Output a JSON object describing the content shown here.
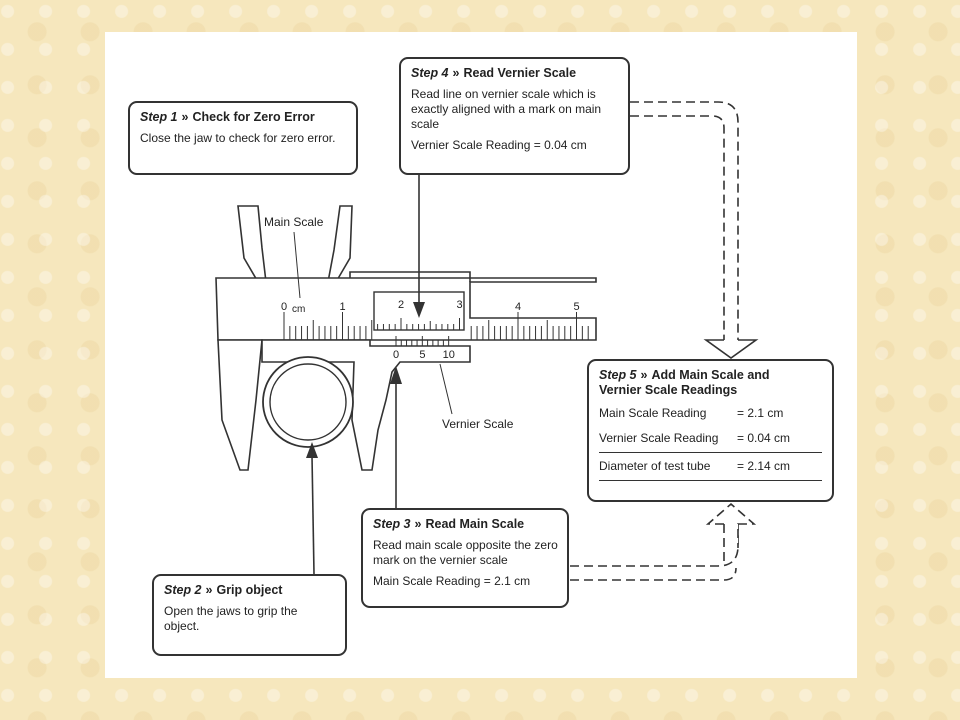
{
  "labels": {
    "main_scale": "Main Scale",
    "vernier_scale": "Vernier Scale",
    "main_unit": "cm",
    "main_ticks": [
      "0",
      "1",
      "2",
      "3",
      "4",
      "5"
    ],
    "vernier_ticks": [
      "0",
      "5",
      "10"
    ]
  },
  "step1": {
    "step": "Step 1",
    "arrow": "»",
    "title": "Check for Zero Error",
    "body": "Close the jaw to check for zero error."
  },
  "step2": {
    "step": "Step 2",
    "arrow": "»",
    "title": "Grip object",
    "body": "Open the jaws to grip the object."
  },
  "step3": {
    "step": "Step 3",
    "arrow": "»",
    "title": "Read Main Scale",
    "body": "Read main scale opposite the zero mark on the vernier scale",
    "reading": "Main Scale Reading  = 2.1 cm"
  },
  "step4": {
    "step": "Step 4",
    "arrow": "»",
    "title": "Read Vernier Scale",
    "body": "Read line on vernier scale which is exactly aligned with a mark on main scale",
    "reading": "Vernier Scale Reading  = 0.04 cm"
  },
  "step5": {
    "step": "Step 5",
    "arrow": "»",
    "title_line1": "Add Main Scale and",
    "title_line2": "Vernier Scale Readings",
    "rows": [
      {
        "label": "Main Scale Reading",
        "value": "= 2.1 cm"
      },
      {
        "label": "Vernier Scale Reading",
        "value": "= 0.04 cm"
      }
    ],
    "total": {
      "label": "Diameter of test tube",
      "value": "= 2.14 cm"
    }
  }
}
